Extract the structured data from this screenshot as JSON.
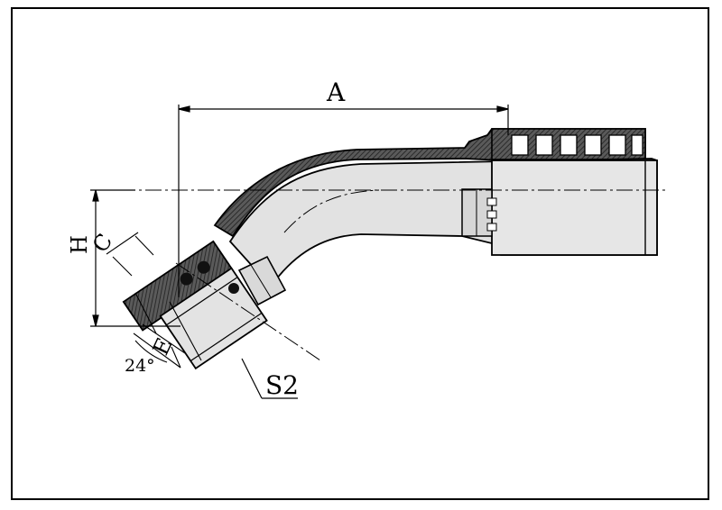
{
  "labels": {
    "dim_a": "A",
    "dim_h": "H",
    "dim_c": "C",
    "dim_e": "E",
    "angle": "24°",
    "dim_s2": "S2"
  },
  "colors": {
    "line": "#000000",
    "metal_light": "#d9d9d9",
    "metal_dark": "#4a4a4a",
    "hatch": "#2b2b2b"
  }
}
